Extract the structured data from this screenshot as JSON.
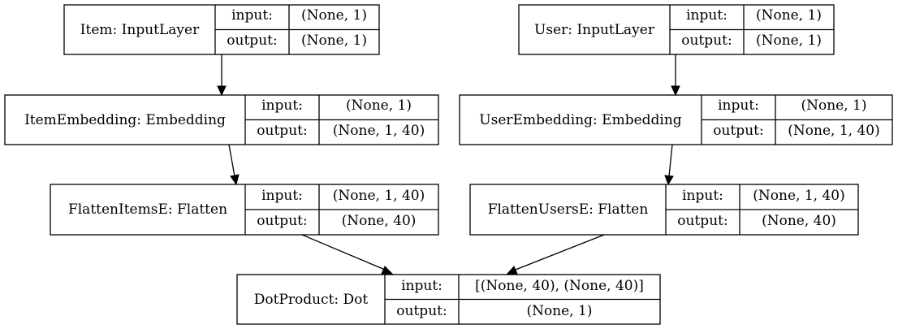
{
  "nodes": {
    "item_input": {
      "name": "Item: InputLayer",
      "input_label": "input:",
      "input_value": "(None, 1)",
      "output_label": "output:",
      "output_value": "(None, 1)"
    },
    "user_input": {
      "name": "User: InputLayer",
      "input_label": "input:",
      "input_value": "(None, 1)",
      "output_label": "output:",
      "output_value": "(None, 1)"
    },
    "item_embedding": {
      "name": "ItemEmbedding: Embedding",
      "input_label": "input:",
      "input_value": "(None, 1)",
      "output_label": "output:",
      "output_value": "(None, 1, 40)"
    },
    "user_embedding": {
      "name": "UserEmbedding: Embedding",
      "input_label": "input:",
      "input_value": "(None, 1)",
      "output_label": "output:",
      "output_value": "(None, 1, 40)"
    },
    "flatten_items": {
      "name": "FlattenItemsE: Flatten",
      "input_label": "input:",
      "input_value": "(None, 1, 40)",
      "output_label": "output:",
      "output_value": "(None, 40)"
    },
    "flatten_users": {
      "name": "FlattenUsersE: Flatten",
      "input_label": "input:",
      "input_value": "(None, 1, 40)",
      "output_label": "output:",
      "output_value": "(None, 40)"
    },
    "dot_product": {
      "name": "DotProduct: Dot",
      "input_label": "input:",
      "input_value": "[(None, 40), (None, 40)]",
      "output_label": "output:",
      "output_value": "(None, 1)"
    }
  },
  "edges": [
    {
      "from": "item_input",
      "to": "item_embedding"
    },
    {
      "from": "user_input",
      "to": "user_embedding"
    },
    {
      "from": "item_embedding",
      "to": "flatten_items"
    },
    {
      "from": "user_embedding",
      "to": "flatten_users"
    },
    {
      "from": "flatten_items",
      "to": "dot_product"
    },
    {
      "from": "flatten_users",
      "to": "dot_product"
    }
  ]
}
